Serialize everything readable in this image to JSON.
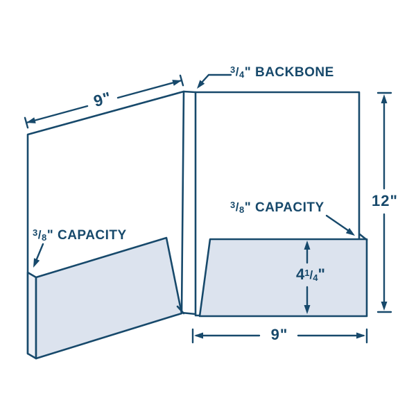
{
  "title": "Two-pocket folder dimension diagram",
  "colors": {
    "ink": "#17496B",
    "pocket_fill": "#DCE3EE",
    "pocket_side_face_fill": "#EEF1F7",
    "panel_fill": "#FFFFFF",
    "background": "#FFFFFF"
  },
  "labels": {
    "top_width": "9\"",
    "height": "12\"",
    "bottom_width": "9\"",
    "backbone": {
      "sup": "3",
      "slash": "/",
      "sub": "4",
      "rest": "\" BACKBONE"
    },
    "capacity_left": {
      "sup": "3",
      "slash": "/",
      "sub": "8",
      "rest": "\" CAPACITY"
    },
    "capacity_right": {
      "sup": "3",
      "slash": "/",
      "sub": "8",
      "rest": "\" CAPACITY"
    },
    "pocket_depth": {
      "whole": "4",
      "sup": "1",
      "slash": "/",
      "sub": "4",
      "rest": "\""
    }
  },
  "shapes": {
    "left_panel": "tilted panel, top edge rising toward backbone",
    "backbone": "narrow vertical strip between panels",
    "right_panel": "rectangular panel 12 inch tall",
    "left_pocket": "slanted pocket with visible capacity side face",
    "right_pocket": "trapezoid pocket with corner capacity fold"
  }
}
